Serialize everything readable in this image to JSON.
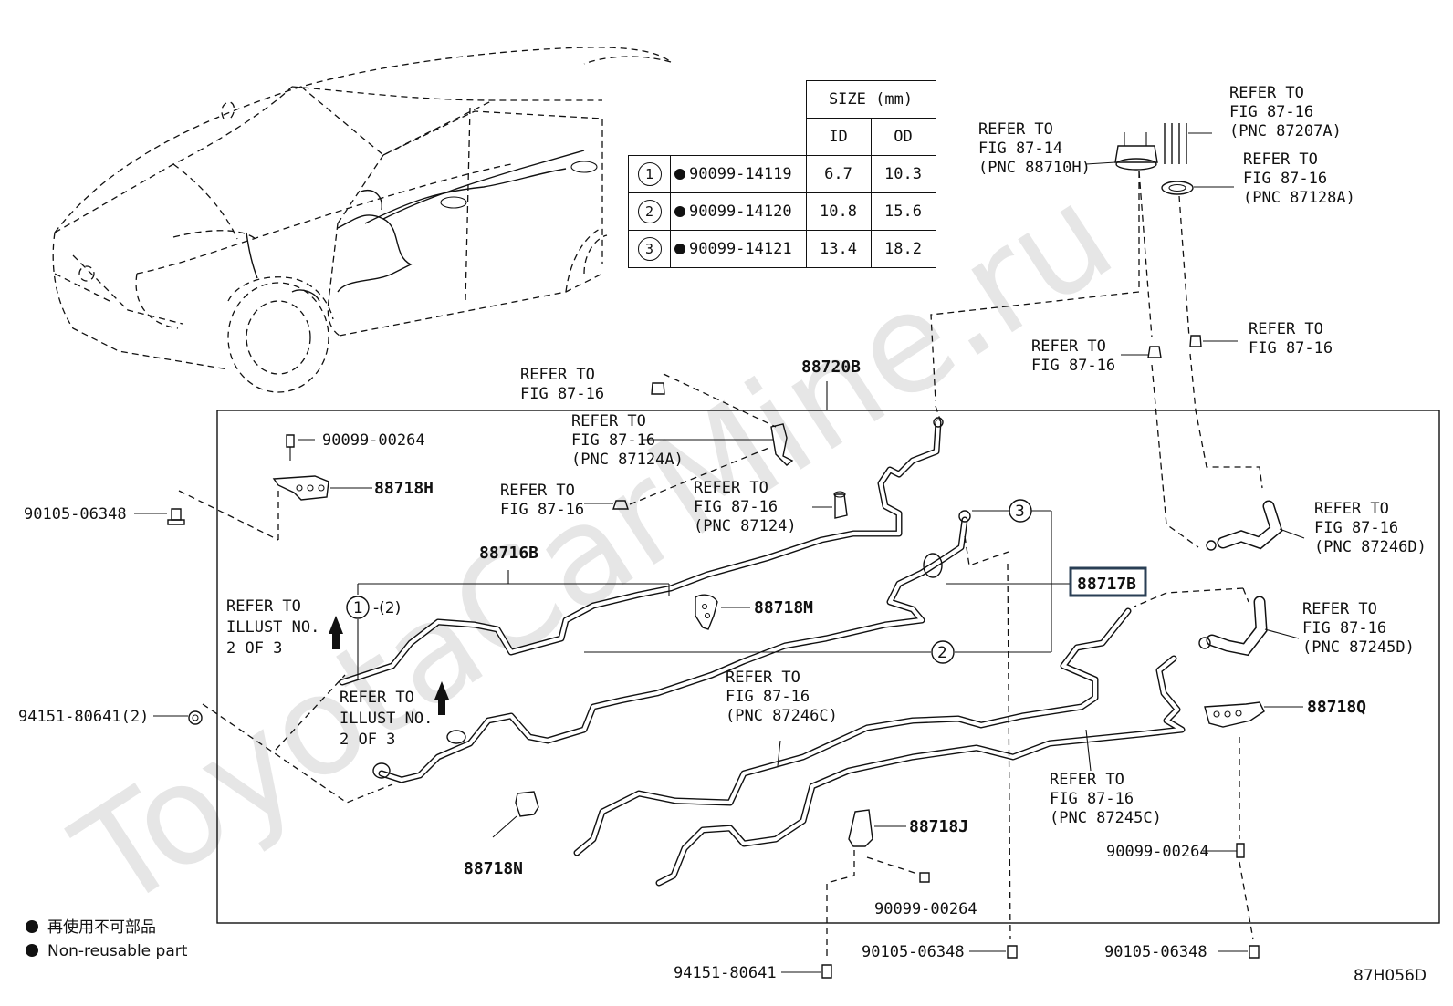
{
  "watermark": "ToyotaCarMine.ru",
  "figure_code": "87H056D",
  "legend": {
    "jp": "再使用不可部品",
    "en": "Non-reusable part"
  },
  "size_table": {
    "header": "SIZE (mm)",
    "col_id": "ID",
    "col_od": "OD",
    "rows": [
      {
        "num": "1",
        "part": "90099-14119",
        "id": "6.7",
        "od": "10.3"
      },
      {
        "num": "2",
        "part": "90099-14120",
        "id": "10.8",
        "od": "15.6"
      },
      {
        "num": "3",
        "part": "90099-14121",
        "id": "13.4",
        "od": "18.2"
      }
    ]
  },
  "part_numbers": {
    "p88720B": "88720B",
    "p88718H": "88718H",
    "p88716B": "88716B",
    "p88717B": "88717B",
    "p88718M": "88718M",
    "p88718Q": "88718Q",
    "p88718J": "88718J",
    "p88718N": "88718N",
    "p90099_00264_a": "90099-00264",
    "p90099_00264_b": "90099-00264",
    "p90099_00264_c": "90099-00264",
    "p90105_06348_a": "90105-06348",
    "p90105_06348_b": "90105-06348",
    "p90105_06348_c": "90105-06348",
    "p94151_80641_2": "94151-80641(2)",
    "p94151_80641": "94151-80641"
  },
  "refs": {
    "r1": [
      "REFER TO",
      "FIG 87-14",
      "(PNC 88710H)"
    ],
    "r2": [
      "REFER TO",
      "FIG 87-16",
      "(PNC 87207A)"
    ],
    "r3": [
      "REFER TO",
      "FIG 87-16",
      "(PNC 87128A)"
    ],
    "r4": [
      "REFER TO",
      "FIG 87-16"
    ],
    "r5": [
      "REFER TO",
      "FIG 87-16"
    ],
    "r6": [
      "REFER TO",
      "FIG 87-16"
    ],
    "r7": [
      "REFER TO",
      "FIG 87-16",
      "(PNC 87124A)"
    ],
    "r8": [
      "REFER TO",
      "FIG 87-16"
    ],
    "r9": [
      "REFER TO",
      "FIG 87-16",
      "(PNC 87124)"
    ],
    "r10": [
      "REFER TO",
      "FIG 87-16",
      "(PNC 87246D)"
    ],
    "r11": [
      "REFER TO",
      "FIG 87-16",
      "(PNC 87245D)"
    ],
    "r12": [
      "REFER TO",
      "FIG 87-16",
      "(PNC 87246C)"
    ],
    "r13": [
      "REFER TO",
      "FIG 87-16",
      "(PNC 87245C)"
    ],
    "illust_a": [
      "REFER TO",
      "ILLUST NO.",
      "2 OF 3"
    ],
    "illust_b": [
      "REFER TO",
      "ILLUST NO.",
      "2 OF 3"
    ]
  },
  "callouts": {
    "c1": "1",
    "c1_suffix": "-(2)",
    "c2": "2",
    "c3": "3"
  }
}
